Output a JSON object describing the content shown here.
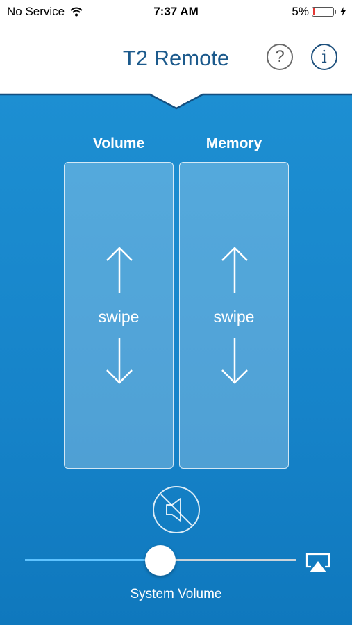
{
  "status_bar": {
    "carrier": "No Service",
    "time": "7:37 AM",
    "battery": "5%",
    "icons": [
      "wifi-icon",
      "battery-icon",
      "charging-bolt-icon"
    ]
  },
  "header": {
    "title": "T2 Remote",
    "help_label": "?",
    "info_label": "i"
  },
  "controls": {
    "volume_label": "Volume",
    "memory_label": "Memory",
    "swipe_text": "swipe",
    "mute_icon": "speaker-muted-icon"
  },
  "system_volume": {
    "label": "System Volume",
    "level": 0.5,
    "airplay_icon": "airplay-icon"
  },
  "colors": {
    "accent": "#1c5a8c",
    "background": "#1683c9",
    "slider_fill": "#5ec3ff",
    "battery_low": "#e53935"
  }
}
